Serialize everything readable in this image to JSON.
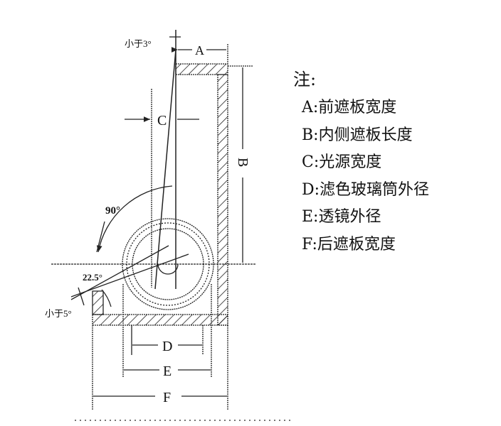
{
  "diagram": {
    "angle_labels": {
      "top": "小于3°",
      "right_angle": "90°",
      "cut_angle": "22.5°",
      "bottom_left": "小于5°"
    },
    "dimension_labels": [
      "A",
      "B",
      "C",
      "D",
      "E",
      "F"
    ]
  },
  "legend": {
    "title": "注:",
    "items": [
      "A:前遮板宽度",
      "B:内侧遮板长度",
      "C:光源宽度",
      "D:滤色玻璃筒外径",
      "E:透镜外径",
      "F:后遮板宽度"
    ]
  }
}
